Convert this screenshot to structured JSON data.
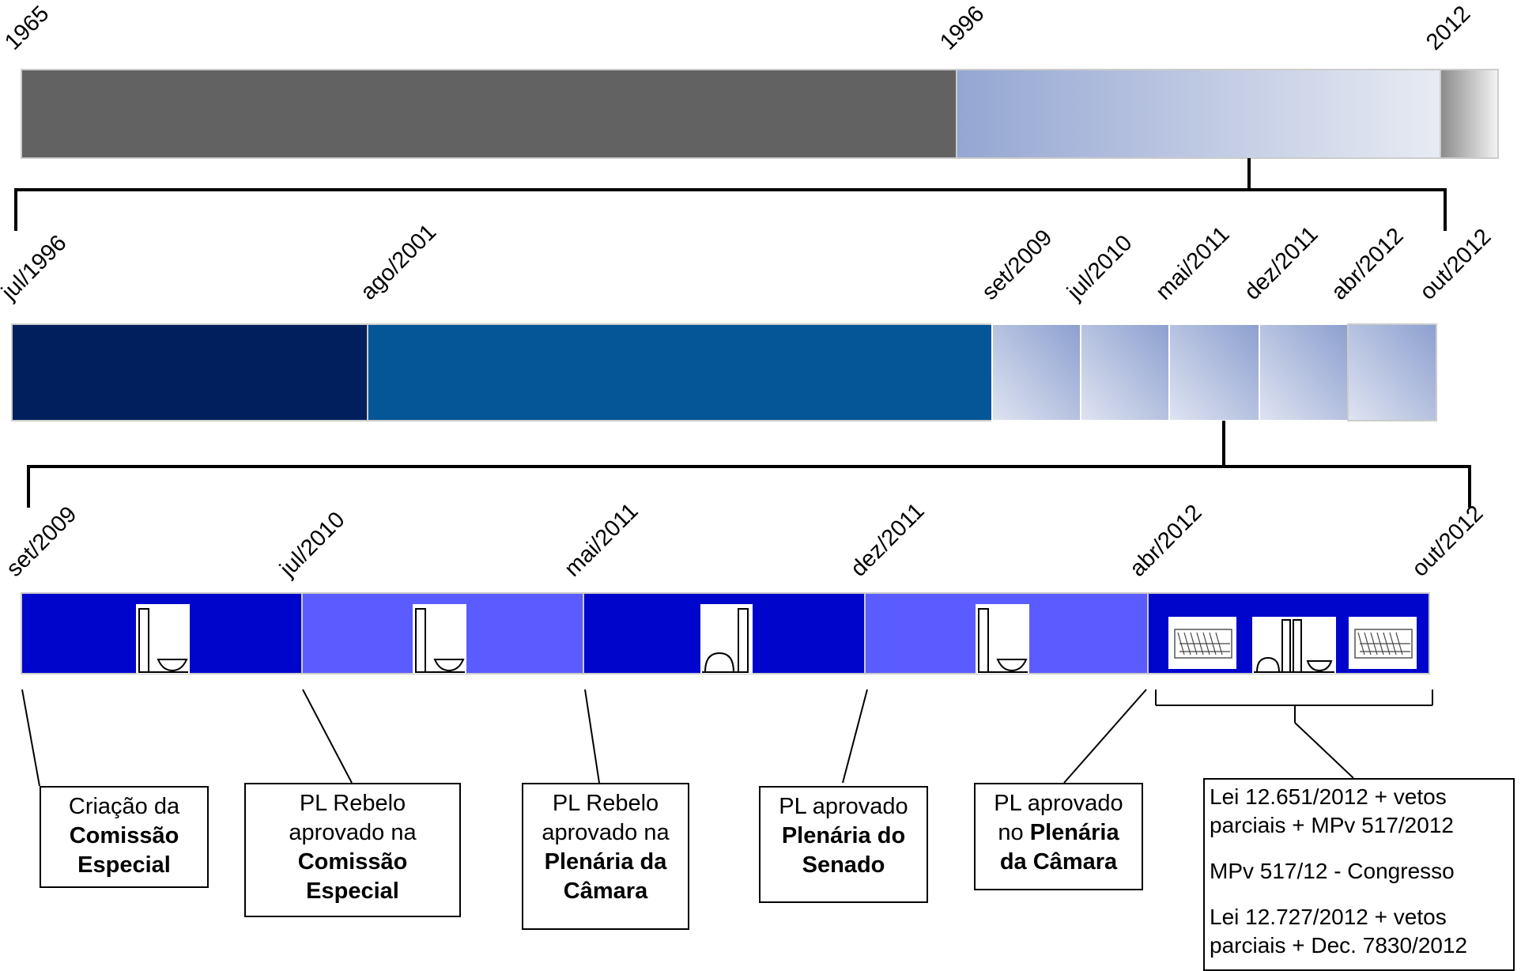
{
  "top_timeline": {
    "labels": [
      "1965",
      "1996",
      "2012"
    ]
  },
  "middle_timeline": {
    "labels": [
      "jul/1996",
      "ago/2001",
      "set/2009",
      "jul/2010",
      "mai/2011",
      "dez/2011",
      "abr/2012",
      "out/2012"
    ]
  },
  "bottom_timeline": {
    "labels": [
      "set/2009",
      "jul/2010",
      "mai/2011",
      "dez/2011",
      "abr/2012",
      "out/2012"
    ],
    "icons": [
      "chamber-building-icon",
      "chamber-building-icon",
      "senate-building-icon",
      "chamber-building-icon",
      "veto-chart-icon",
      "congress-building-icon",
      "veto-chart-icon"
    ]
  },
  "events": [
    {
      "lines": [
        {
          "t": "Criação da",
          "b": false
        },
        {
          "t": "Comissão",
          "b": true
        },
        {
          "t": "Especial",
          "b": true
        }
      ]
    },
    {
      "lines": [
        {
          "t": "PL Rebelo",
          "b": false
        },
        {
          "t": "aprovado na",
          "b": false
        },
        {
          "t": "Comissão",
          "b": true
        },
        {
          "t": "Especial",
          "b": true
        }
      ]
    },
    {
      "lines": [
        {
          "t": "PL Rebelo",
          "b": false
        },
        {
          "t": "aprovado na",
          "b": false
        },
        {
          "t": "Plenária da",
          "b": true
        },
        {
          "t": "Câmara",
          "b": true
        }
      ]
    },
    {
      "lines": [
        {
          "t": "PL aprovado",
          "b": false
        },
        {
          "t": "Plenária do",
          "b": true
        },
        {
          "t": "Senado",
          "b": true
        }
      ]
    },
    {
      "lines": [
        {
          "t": "PL aprovado",
          "b": false
        },
        {
          "t": "no ",
          "b": false,
          "tb": "Plenária"
        },
        {
          "t": "da Câmara",
          "b": true
        }
      ]
    }
  ],
  "final_event": {
    "line1": "Lei 12.651/2012 + vetos",
    "line2": "parciais + MPv 517/2012",
    "line3": "MPv 517/12 - Congresso",
    "line4": "Lei 12.727/2012 + vetos",
    "line5": "parciais + Dec. 7830/2012"
  },
  "colors": {
    "dark_gray": "#626262",
    "light_blue_start": "#94a6d2",
    "navy": "#001f5c",
    "steel_blue": "#045696",
    "royal_blue": "#0005cc",
    "periwinkle": "#5b5cff"
  }
}
